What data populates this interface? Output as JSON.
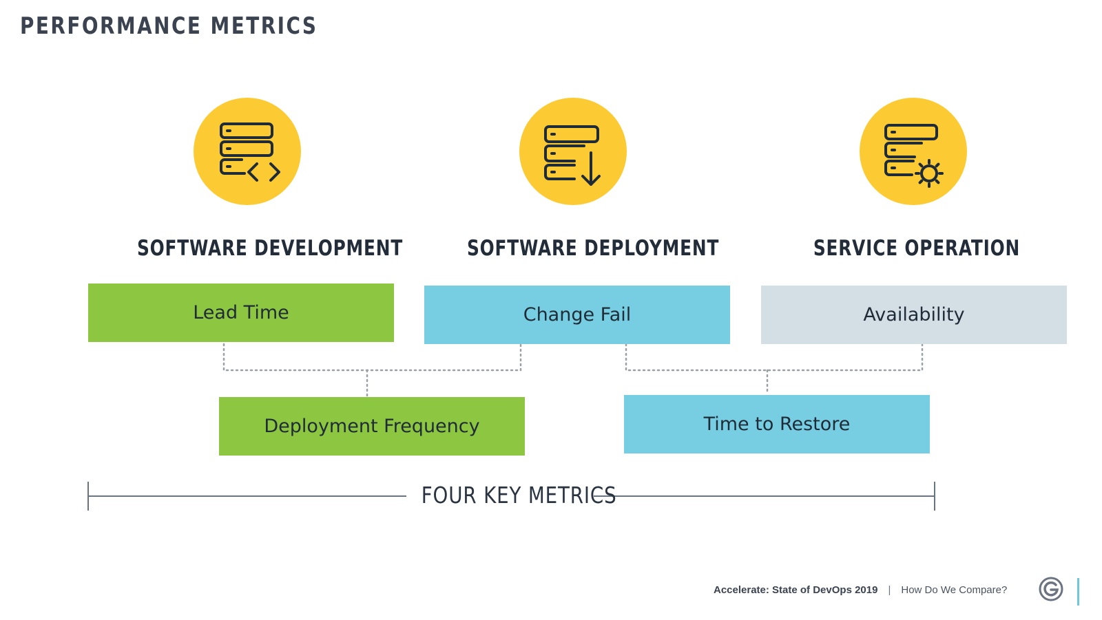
{
  "title": "PERFORMANCE METRICS",
  "categories": [
    {
      "label": "SOFTWARE DEVELOPMENT",
      "icon": "server-code-icon"
    },
    {
      "label": "SOFTWARE DEPLOYMENT",
      "icon": "server-download-icon"
    },
    {
      "label": "SERVICE OPERATION",
      "icon": "server-gear-icon"
    }
  ],
  "metrics": {
    "lead_time": "Lead Time",
    "change_fail": "Change Fail",
    "availability": "Availability",
    "deployment_frequency": "Deployment Frequency",
    "time_to_restore": "Time to Restore"
  },
  "bracket_label": "FOUR KEY METRICS",
  "footer": {
    "source": "Accelerate: State of DevOps 2019",
    "separator": "|",
    "section": "How Do We Compare?"
  },
  "colors": {
    "icon_circle": "#fcca32",
    "green": "#8dc641",
    "blue": "#77cde1",
    "grey": "#d4dee5"
  }
}
